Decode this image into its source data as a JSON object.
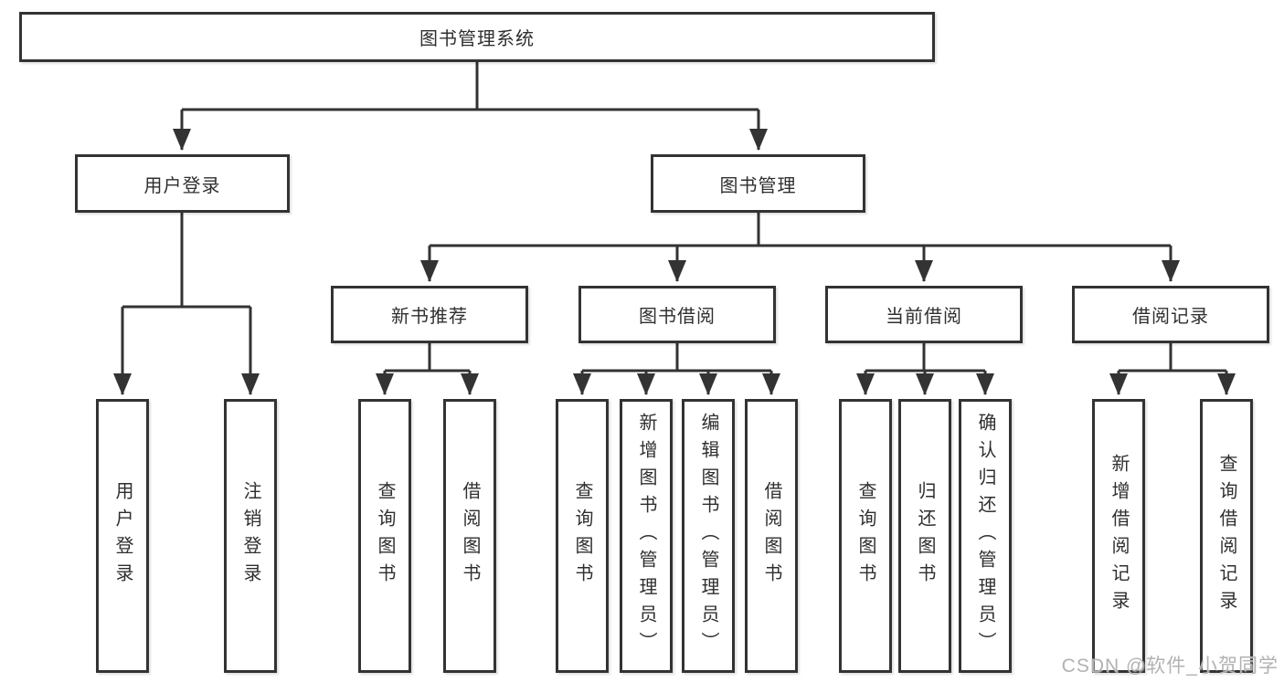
{
  "tree": {
    "root": {
      "label": "图书管理系统"
    },
    "level2": [
      {
        "label": "用户登录"
      },
      {
        "label": "图书管理"
      }
    ],
    "level3": [
      {
        "label": "新书推荐"
      },
      {
        "label": "图书借阅"
      },
      {
        "label": "当前借阅"
      },
      {
        "label": "借阅记录"
      }
    ],
    "leaves_user_login": [
      {
        "label": "用户登录"
      },
      {
        "label": "注销登录"
      }
    ],
    "leaves_new_books": [
      {
        "label": "查询图书"
      },
      {
        "label": "借阅图书"
      }
    ],
    "leaves_book_borrow": [
      {
        "label": "查询图书"
      },
      {
        "label": "新增图书（管理员）"
      },
      {
        "label": "编辑图书（管理员）"
      },
      {
        "label": "借阅图书"
      }
    ],
    "leaves_current_borrow": [
      {
        "label": "查询图书"
      },
      {
        "label": "归还图书"
      },
      {
        "label": "确认归还（管理员）"
      }
    ],
    "leaves_borrow_records": [
      {
        "label": "新增借阅记录"
      },
      {
        "label": "查询借阅记录"
      }
    ]
  },
  "watermark": {
    "text": "CSDN @软件_小贺同学"
  },
  "colors": {
    "line": "#333333",
    "box_border": "#333333",
    "text": "#2f2f2f",
    "watermark": "#b3b1b1",
    "background": "#ffffff"
  }
}
